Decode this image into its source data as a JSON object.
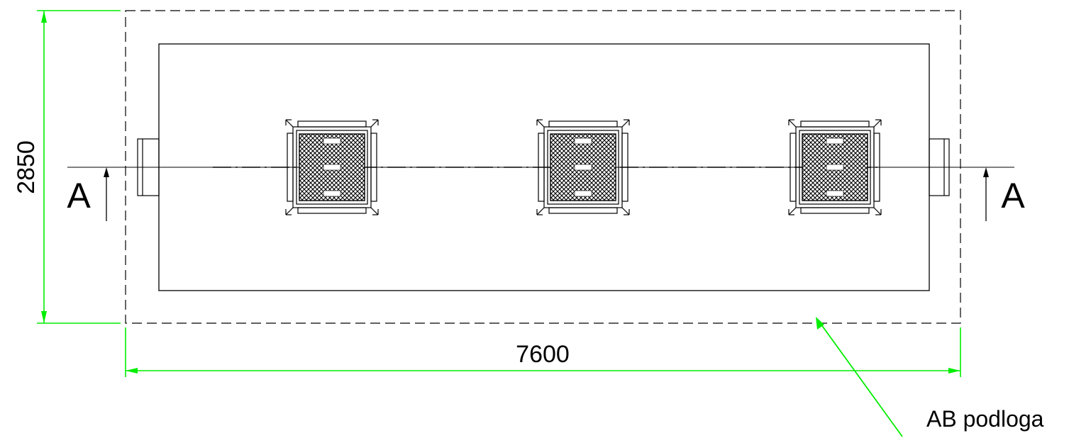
{
  "drawing": {
    "dimensions": {
      "width_label": "7600",
      "height_label": "2850"
    },
    "section_marks": {
      "left": "A",
      "right": "A"
    },
    "callout": {
      "label": "AB podloga"
    },
    "colors": {
      "dimension": "#00ee00",
      "outline": "#000000",
      "background": "#ffffff"
    },
    "grates": [
      {
        "name": "manhole-grate-left"
      },
      {
        "name": "manhole-grate-center"
      },
      {
        "name": "manhole-grate-right"
      }
    ]
  }
}
